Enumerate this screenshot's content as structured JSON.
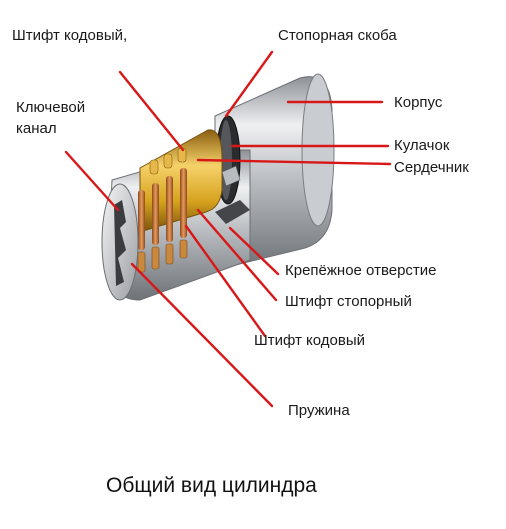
{
  "labels": {
    "code_pin_top": "Штифт кодовый,",
    "key_channel_line1": "Ключевой",
    "key_channel_line2": "канал",
    "retaining_clip": "Стопорная скоба",
    "body": "Корпус",
    "cam": "Кулачок",
    "core": "Сердечник",
    "mount_hole": "Крепёжное отверстие",
    "stop_pin": "Штифт стопорный",
    "code_pin_bottom": "Штифт кодовый",
    "spring": "Пружина"
  },
  "caption": "Общий вид цилиндра",
  "colors": {
    "leader": "#d81818",
    "steel": "#b9bcc0",
    "brass": "#d9a81e",
    "copper": "#c66a2c"
  }
}
